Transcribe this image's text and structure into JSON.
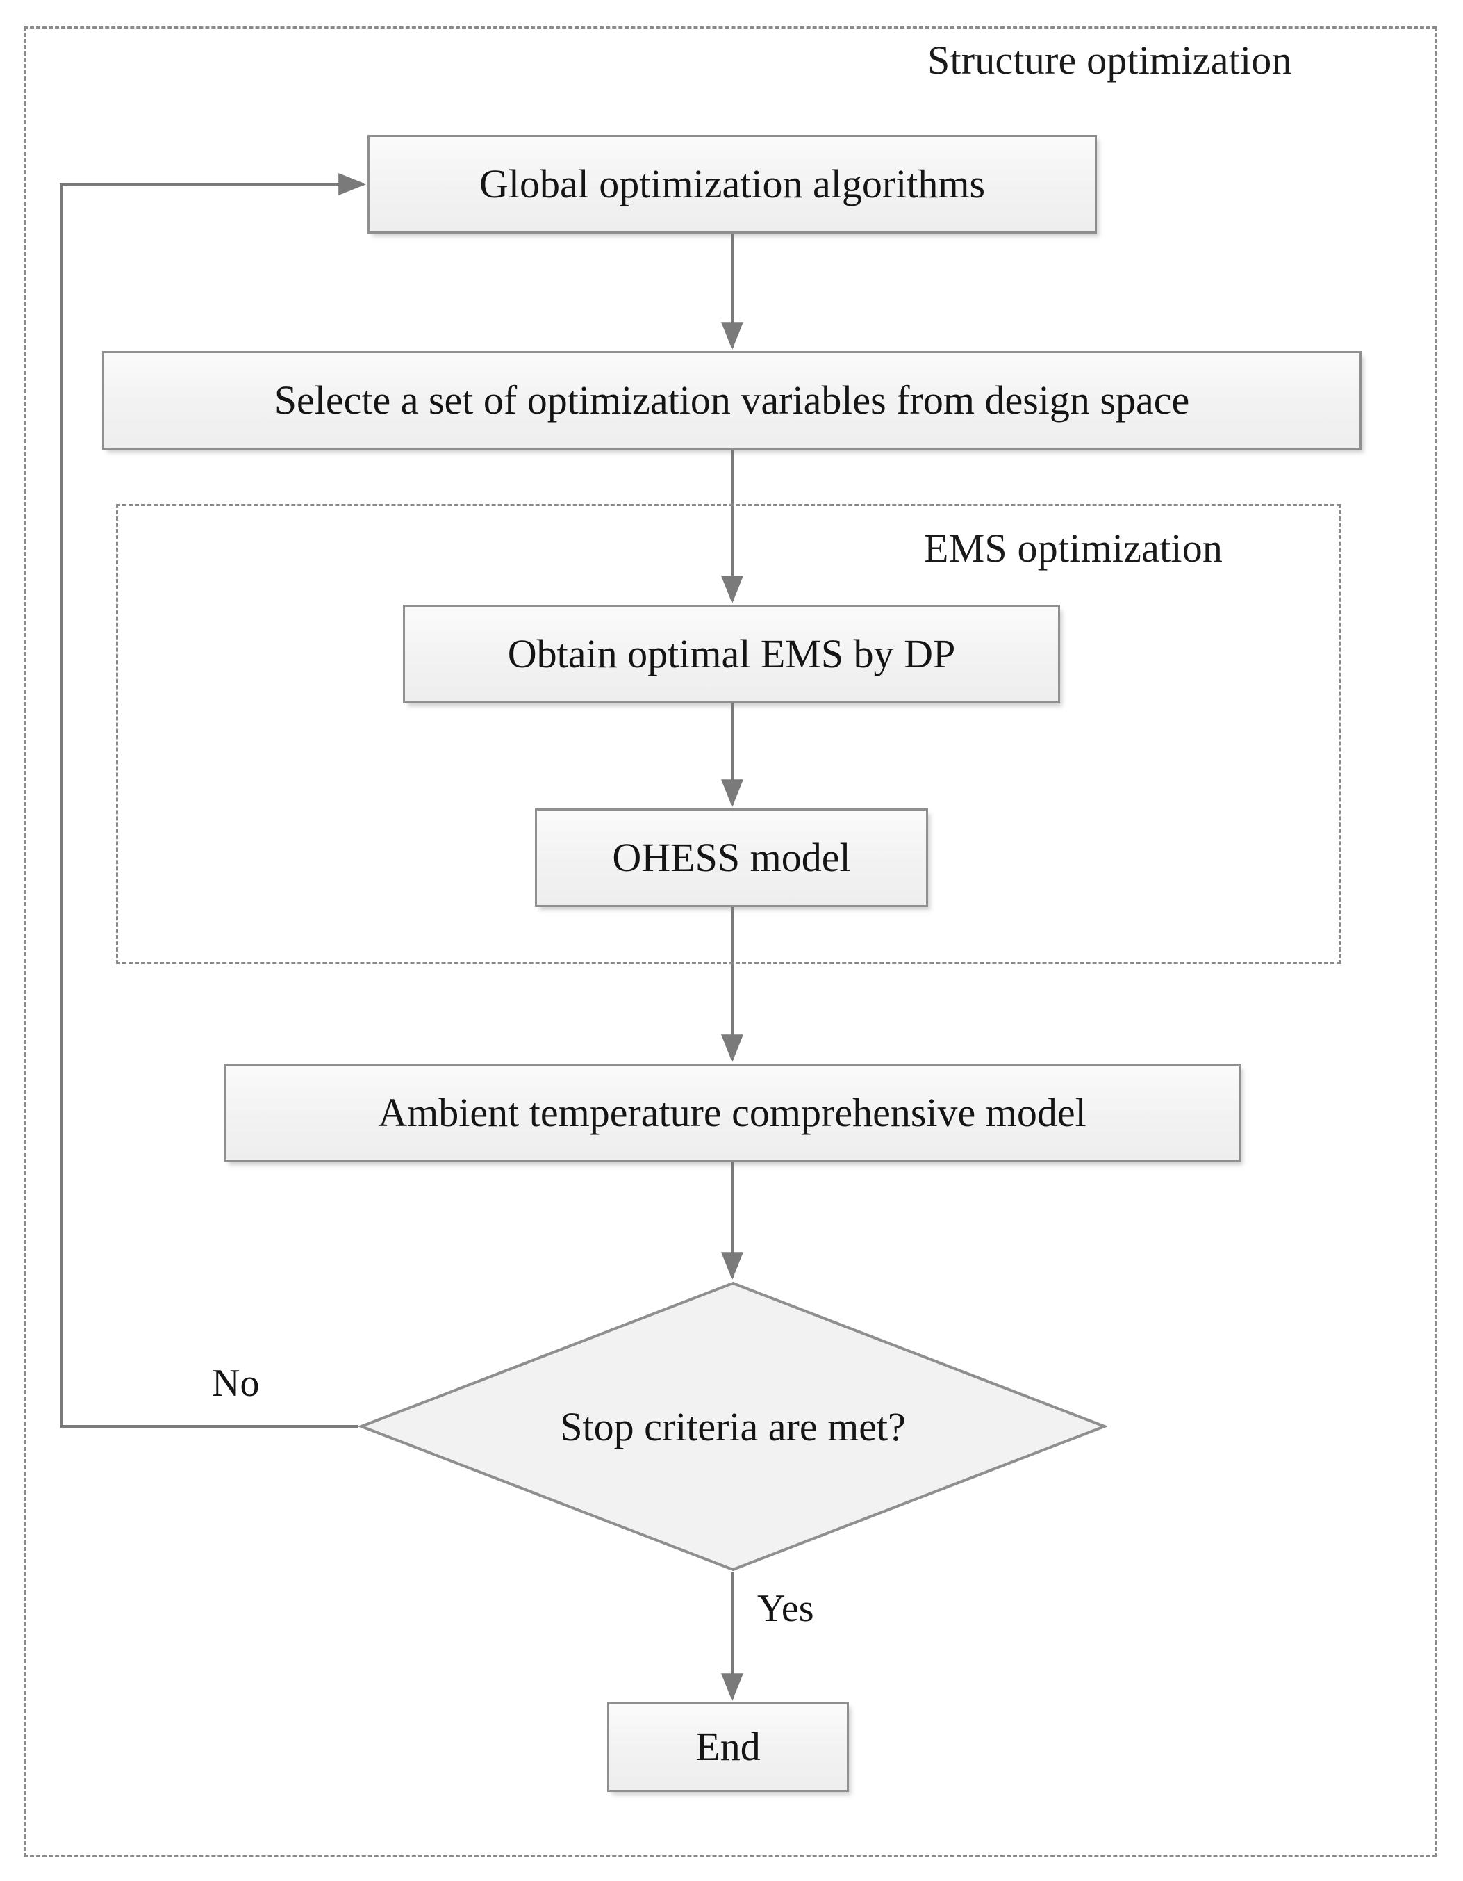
{
  "diagram": {
    "type": "flowchart",
    "title": "Structure optimization",
    "groups": [
      {
        "id": "structure",
        "label": "Structure optimization",
        "style": "dashed"
      },
      {
        "id": "ems",
        "label": "EMS optimization",
        "style": "dashed"
      }
    ],
    "nodes": [
      {
        "id": "global",
        "label": "Global optimization algorithms",
        "shape": "process"
      },
      {
        "id": "select",
        "label": "Selecte a set of optimization variables from design space",
        "shape": "process"
      },
      {
        "id": "obtain",
        "label": "Obtain optimal EMS by DP",
        "shape": "process"
      },
      {
        "id": "ohess",
        "label": "OHESS model",
        "shape": "process"
      },
      {
        "id": "ambient",
        "label": "Ambient temperature comprehensive model",
        "shape": "process"
      },
      {
        "id": "decision",
        "label": "Stop criteria are met?",
        "shape": "decision"
      },
      {
        "id": "end",
        "label": "End",
        "shape": "terminator"
      }
    ],
    "edges": [
      {
        "from": "global",
        "to": "select",
        "label": ""
      },
      {
        "from": "select",
        "to": "obtain",
        "label": ""
      },
      {
        "from": "obtain",
        "to": "ohess",
        "label": ""
      },
      {
        "from": "ohess",
        "to": "ambient",
        "label": ""
      },
      {
        "from": "ambient",
        "to": "decision",
        "label": ""
      },
      {
        "from": "decision",
        "to": "global",
        "label": "No"
      },
      {
        "from": "decision",
        "to": "end",
        "label": "Yes"
      }
    ],
    "edge_labels": {
      "no": "No",
      "yes": "Yes"
    },
    "colors": {
      "node_border": "#8f8f8f",
      "node_fill": "#f2f2f2",
      "edge_stroke": "#7a7a7a",
      "group_border": "#8a8a8a",
      "text": "#141414",
      "background": "#ffffff"
    }
  }
}
